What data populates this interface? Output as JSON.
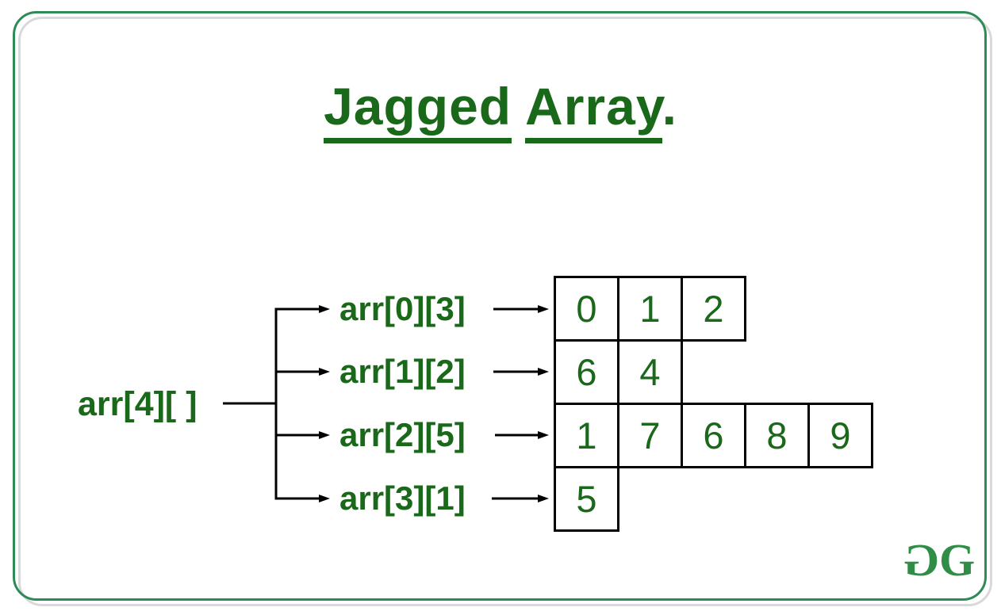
{
  "title": {
    "word1": "Jagged",
    "word2": "Array",
    "period": "."
  },
  "diagram": {
    "root_label": "arr[4][ ]",
    "rows": [
      {
        "label": "arr[0][3]",
        "values": [
          "0",
          "1",
          "2"
        ]
      },
      {
        "label": "arr[1][2]",
        "values": [
          "6",
          "4"
        ]
      },
      {
        "label": "arr[2][5]",
        "values": [
          "1",
          "7",
          "6",
          "8",
          "9"
        ]
      },
      {
        "label": "arr[3][1]",
        "values": [
          "5"
        ]
      }
    ]
  },
  "logo": {
    "letter_mirrored": "G",
    "letter": "G"
  },
  "colors": {
    "text_green": "#1a691a",
    "frame_green": "#2e8b57",
    "shadow_gray": "#d9d9d9",
    "logo_green": "#2f8d46",
    "line_black": "#000000"
  }
}
